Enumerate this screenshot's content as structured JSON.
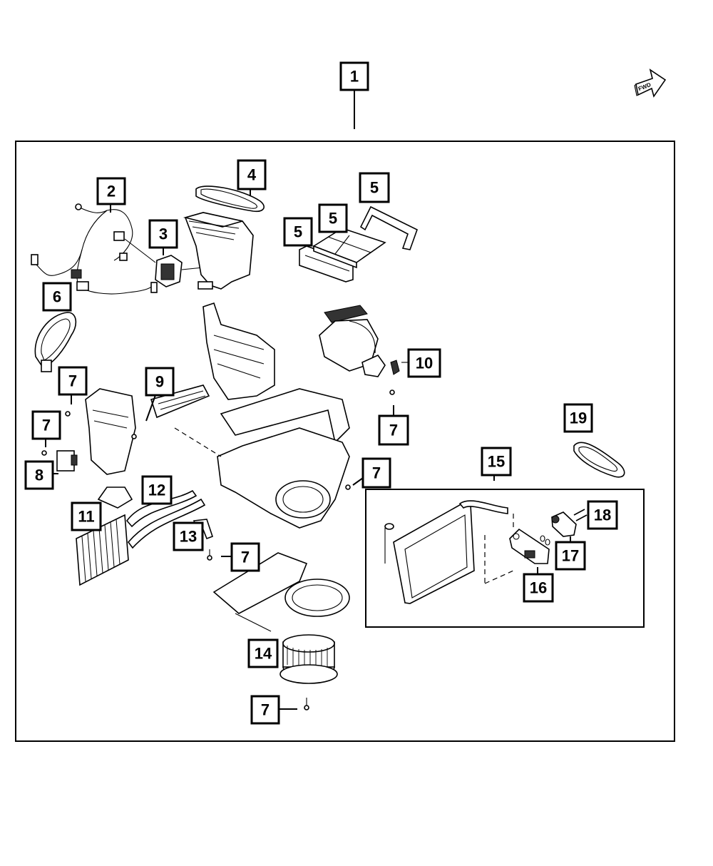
{
  "diagram": {
    "type": "exploded-parts-diagram",
    "fwd_indicator": {
      "label": "FWD",
      "icon": "forward-arrow-icon"
    },
    "main_assembly": {
      "callout": "1"
    },
    "sub_assembly": {
      "callout": "15"
    },
    "callouts": [
      {
        "id": "c1",
        "label": "1"
      },
      {
        "id": "c2",
        "label": "2"
      },
      {
        "id": "c3",
        "label": "3"
      },
      {
        "id": "c4",
        "label": "4"
      },
      {
        "id": "c5a",
        "label": "5"
      },
      {
        "id": "c5b",
        "label": "5"
      },
      {
        "id": "c5c",
        "label": "5"
      },
      {
        "id": "c6",
        "label": "6"
      },
      {
        "id": "c7a",
        "label": "7"
      },
      {
        "id": "c7b",
        "label": "7"
      },
      {
        "id": "c8",
        "label": "8"
      },
      {
        "id": "c9",
        "label": "9"
      },
      {
        "id": "c10",
        "label": "10"
      },
      {
        "id": "c7c",
        "label": "7"
      },
      {
        "id": "c19",
        "label": "19"
      },
      {
        "id": "c15",
        "label": "15"
      },
      {
        "id": "c7d",
        "label": "7"
      },
      {
        "id": "c12",
        "label": "12"
      },
      {
        "id": "c11",
        "label": "11"
      },
      {
        "id": "c13",
        "label": "13"
      },
      {
        "id": "c7e",
        "label": "7"
      },
      {
        "id": "c18",
        "label": "18"
      },
      {
        "id": "c17",
        "label": "17"
      },
      {
        "id": "c16",
        "label": "16"
      },
      {
        "id": "c14",
        "label": "14"
      },
      {
        "id": "c7f",
        "label": "7"
      }
    ]
  }
}
